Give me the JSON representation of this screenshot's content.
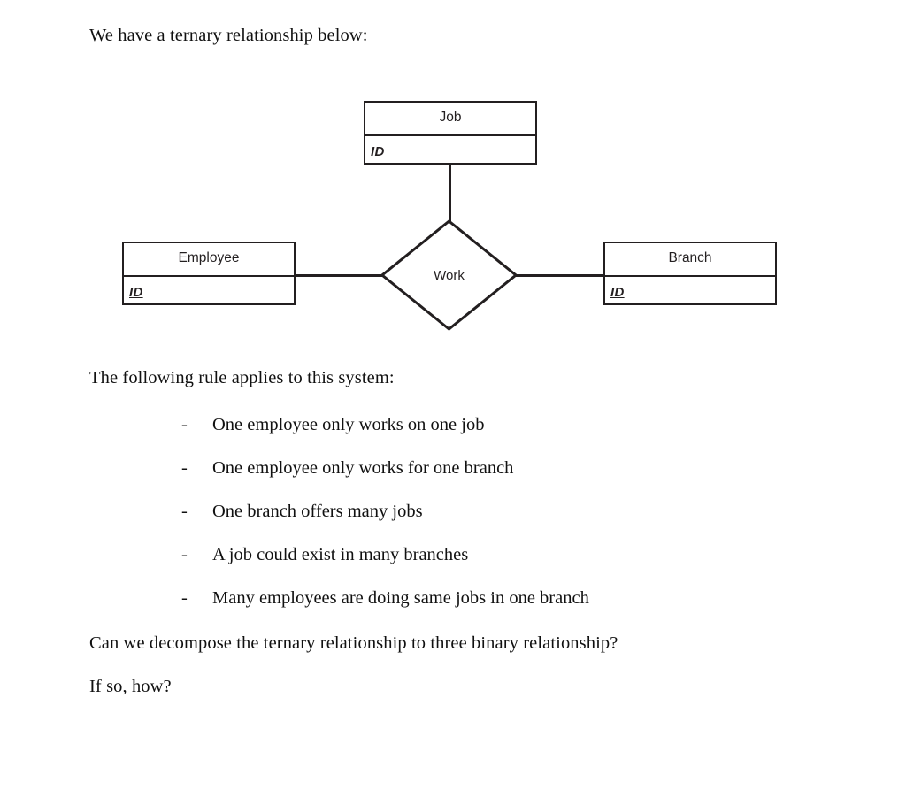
{
  "document": {
    "intro": "We have a ternary relationship below:",
    "rule_heading": "The following rule applies to this system:",
    "question": "Can we decompose the ternary relationship to three binary relationship?",
    "followup": "If so, how?",
    "bullet_marker": "-",
    "rules": [
      "One employee only works on one job",
      "One employee only works for one branch",
      "One branch offers many jobs",
      "A job could exist in many branches",
      "Many employees are doing same jobs in one branch"
    ]
  },
  "diagram": {
    "type": "er-diagram",
    "line_color": "#231f20",
    "entities": [
      {
        "name": "Job",
        "key_attribute": "ID"
      },
      {
        "name": "Employee",
        "key_attribute": "ID"
      },
      {
        "name": "Branch",
        "key_attribute": "ID"
      }
    ],
    "relationship": {
      "name": "Work",
      "shape": "diamond"
    },
    "connections": [
      {
        "from": "Job",
        "to": "Work",
        "orientation": "vertical"
      },
      {
        "from": "Employee",
        "to": "Work",
        "orientation": "horizontal"
      },
      {
        "from": "Work",
        "to": "Branch",
        "orientation": "horizontal"
      }
    ]
  }
}
